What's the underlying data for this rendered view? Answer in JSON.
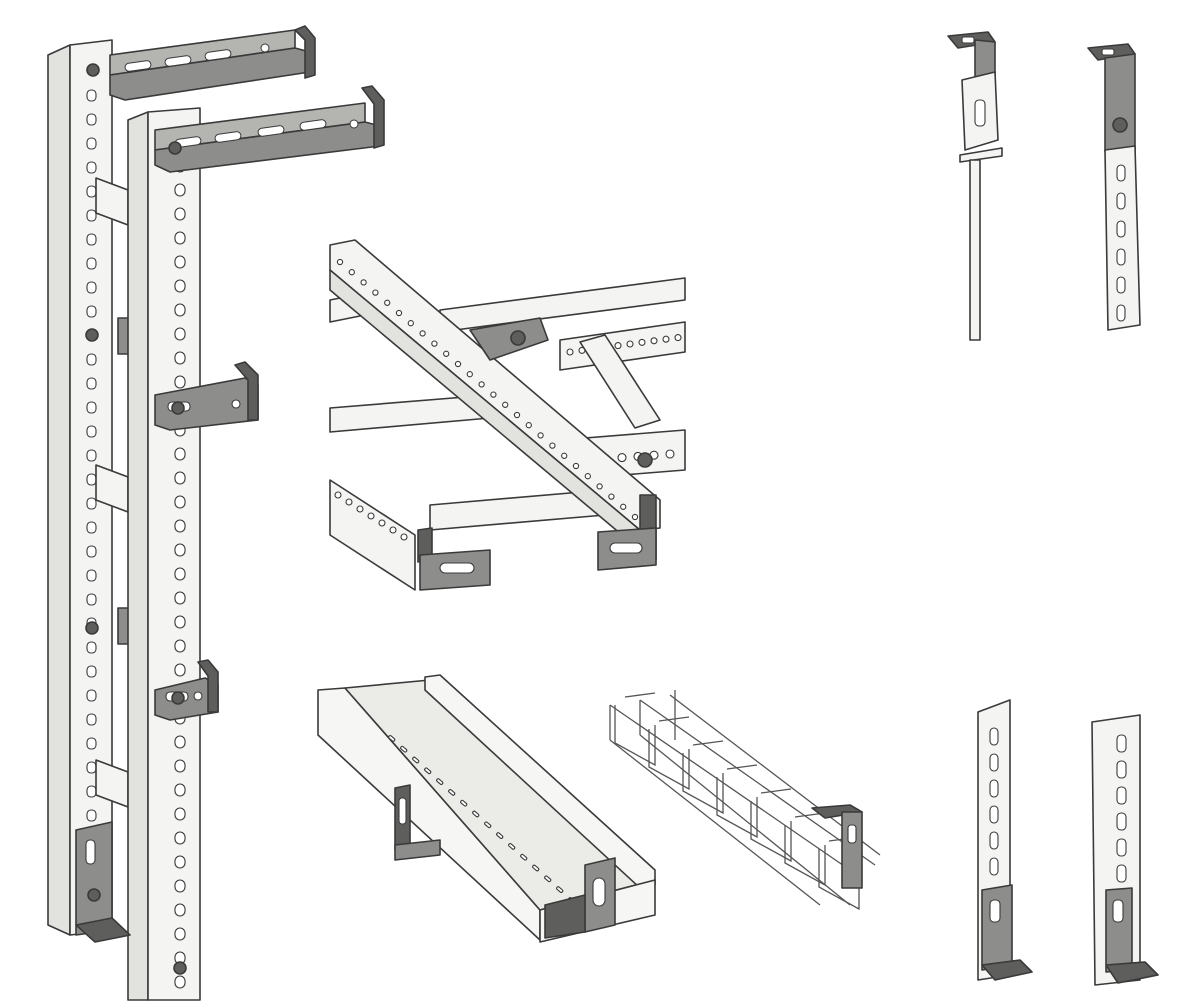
{
  "figure": {
    "subject": "",
    "colors": {
      "outline": "#3a3a3a",
      "rail": "#f4f4f2",
      "bracket": "#8d8d8b",
      "bracket_dark": "#5e5e5c",
      "background": "#ffffff"
    },
    "icons": [
      "wall-rail-pair",
      "cantilever-bracket",
      "cable-ladder",
      "solid-cable-tray",
      "wire-mesh-tray",
      "threaded-rod-hanger",
      "slotted-strut-hanger",
      "floor-strut-support"
    ]
  }
}
